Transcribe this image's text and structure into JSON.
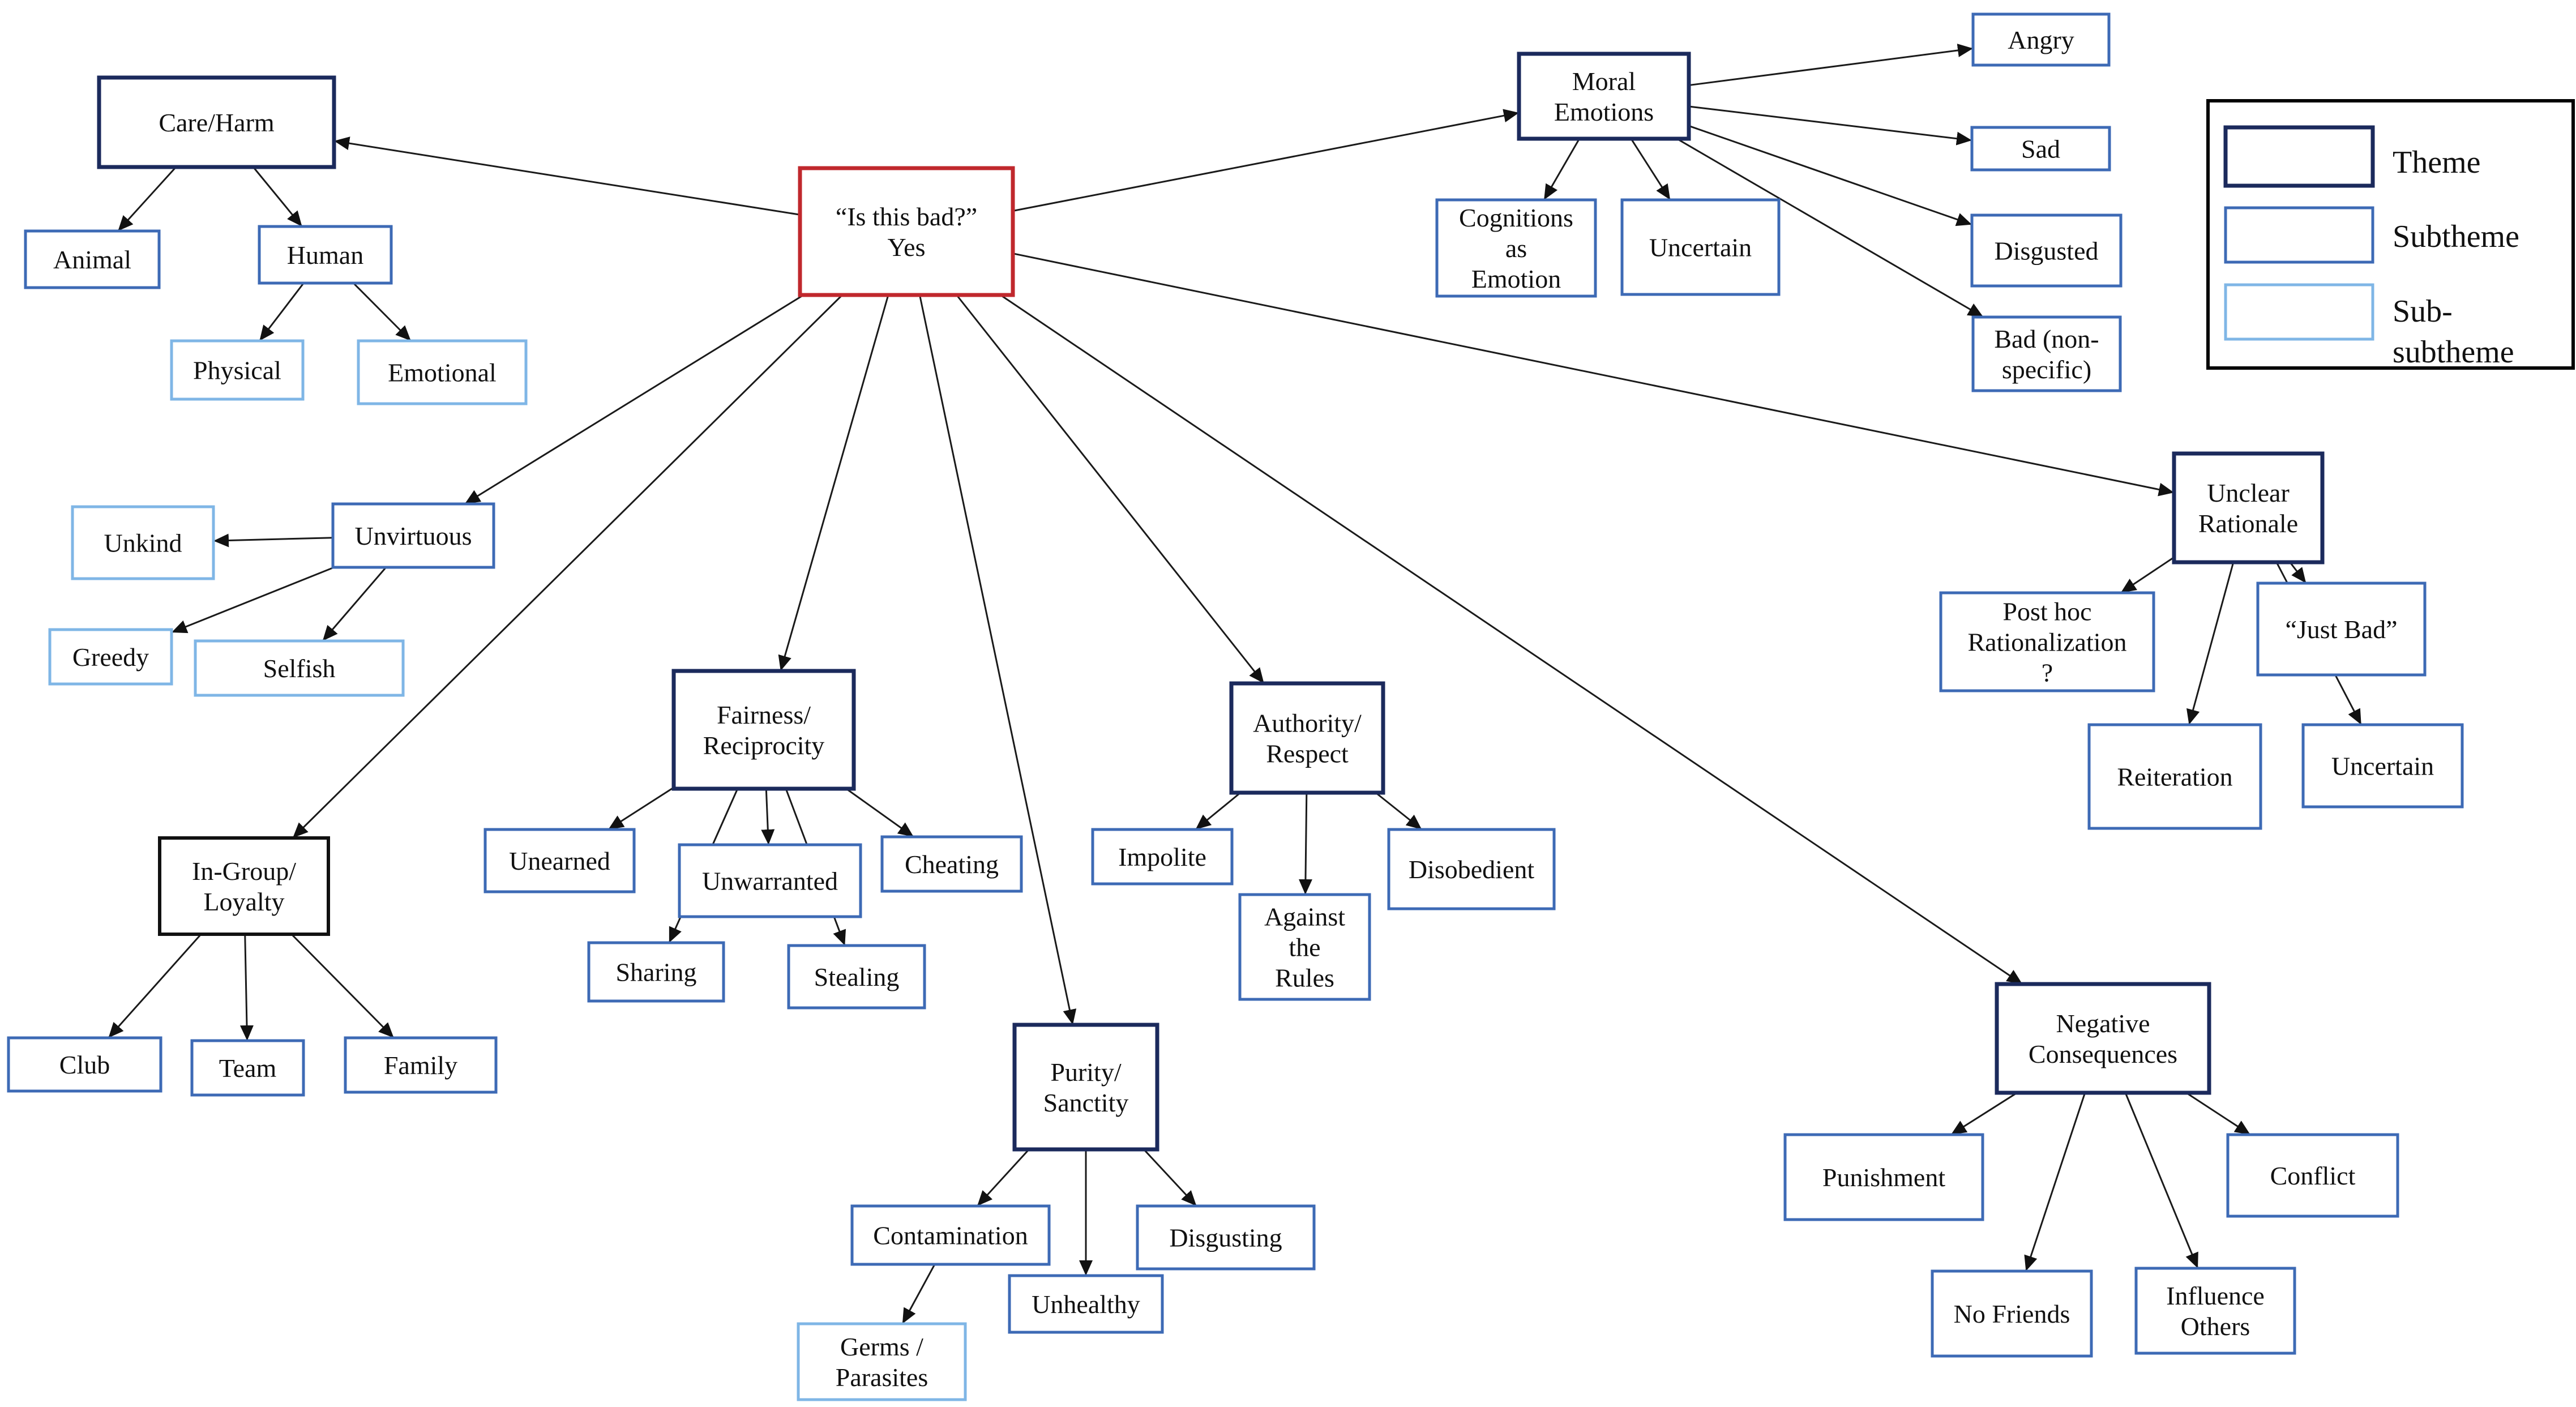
{
  "legend": {
    "theme_label": "Theme",
    "subtheme_label": "Subtheme",
    "subsubtheme_label": [
      "Sub-",
      "subtheme"
    ]
  },
  "nodes": [
    {
      "id": "root",
      "kind": "root",
      "lines": [
        "“Is this bad?”",
        "Yes"
      ]
    },
    {
      "id": "care",
      "kind": "theme",
      "lines": [
        "Care/Harm"
      ]
    },
    {
      "id": "animal",
      "kind": "subtheme",
      "lines": [
        "Animal"
      ]
    },
    {
      "id": "human",
      "kind": "subtheme",
      "lines": [
        "Human"
      ]
    },
    {
      "id": "physical",
      "kind": "subsub",
      "lines": [
        "Physical"
      ]
    },
    {
      "id": "emotional",
      "kind": "subsub",
      "lines": [
        "Emotional"
      ]
    },
    {
      "id": "unvirtuous",
      "kind": "subtheme",
      "lines": [
        "Unvirtuous"
      ]
    },
    {
      "id": "unkind",
      "kind": "subsub",
      "lines": [
        "Unkind"
      ]
    },
    {
      "id": "greedy",
      "kind": "subsub",
      "lines": [
        "Greedy"
      ]
    },
    {
      "id": "selfish",
      "kind": "subsub",
      "lines": [
        "Selfish"
      ]
    },
    {
      "id": "ingroup",
      "kind": "ingroup",
      "lines": [
        "In-Group/",
        "Loyalty"
      ]
    },
    {
      "id": "club",
      "kind": "subtheme",
      "lines": [
        "Club"
      ]
    },
    {
      "id": "team",
      "kind": "subtheme",
      "lines": [
        "Team"
      ]
    },
    {
      "id": "family",
      "kind": "subtheme",
      "lines": [
        "Family"
      ]
    },
    {
      "id": "fairness",
      "kind": "theme",
      "lines": [
        "Fairness/",
        "Reciprocity"
      ]
    },
    {
      "id": "unearned",
      "kind": "subtheme",
      "lines": [
        "Unearned"
      ]
    },
    {
      "id": "unwarranted",
      "kind": "subtheme",
      "lines": [
        "Unwarranted"
      ]
    },
    {
      "id": "cheating",
      "kind": "subtheme",
      "lines": [
        "Cheating"
      ]
    },
    {
      "id": "sharing",
      "kind": "subtheme",
      "lines": [
        "Sharing"
      ]
    },
    {
      "id": "stealing",
      "kind": "subtheme",
      "lines": [
        "Stealing"
      ]
    },
    {
      "id": "purity",
      "kind": "theme",
      "lines": [
        "Purity/",
        "Sanctity"
      ]
    },
    {
      "id": "contamination",
      "kind": "subtheme",
      "lines": [
        "Contamination"
      ]
    },
    {
      "id": "unhealthy",
      "kind": "subtheme",
      "lines": [
        "Unhealthy"
      ]
    },
    {
      "id": "disgusting",
      "kind": "subtheme",
      "lines": [
        "Disgusting"
      ]
    },
    {
      "id": "germs",
      "kind": "subsub",
      "lines": [
        "Germs /",
        "Parasites"
      ]
    },
    {
      "id": "authority",
      "kind": "theme",
      "lines": [
        "Authority/",
        "Respect"
      ]
    },
    {
      "id": "impolite",
      "kind": "subtheme",
      "lines": [
        "Impolite"
      ]
    },
    {
      "id": "against",
      "kind": "subtheme",
      "lines": [
        "Against",
        "the",
        "Rules"
      ]
    },
    {
      "id": "disobedient",
      "kind": "subtheme",
      "lines": [
        "Disobedient"
      ]
    },
    {
      "id": "moral",
      "kind": "theme",
      "lines": [
        "Moral",
        "Emotions"
      ]
    },
    {
      "id": "cognitions",
      "kind": "subtheme",
      "lines": [
        "Cognitions",
        "as",
        "Emotion"
      ]
    },
    {
      "id": "uncertain1",
      "kind": "subtheme",
      "lines": [
        "Uncertain"
      ]
    },
    {
      "id": "angry",
      "kind": "subtheme",
      "lines": [
        "Angry"
      ]
    },
    {
      "id": "sad",
      "kind": "subtheme",
      "lines": [
        "Sad"
      ]
    },
    {
      "id": "disgusted",
      "kind": "subtheme",
      "lines": [
        "Disgusted"
      ]
    },
    {
      "id": "badnon",
      "kind": "subtheme",
      "lines": [
        "Bad (non-",
        "specific)"
      ]
    },
    {
      "id": "unclear",
      "kind": "theme",
      "lines": [
        "Unclear",
        "Rationale"
      ]
    },
    {
      "id": "posthoc",
      "kind": "subtheme",
      "lines": [
        "Post hoc",
        "Rationalization",
        "?"
      ]
    },
    {
      "id": "justbad",
      "kind": "subtheme",
      "lines": [
        "“Just Bad”"
      ]
    },
    {
      "id": "reiteration",
      "kind": "subtheme",
      "lines": [
        "Reiteration"
      ]
    },
    {
      "id": "uncertain2",
      "kind": "subtheme",
      "lines": [
        "Uncertain"
      ]
    },
    {
      "id": "negative",
      "kind": "theme",
      "lines": [
        "Negative",
        "Consequences"
      ]
    },
    {
      "id": "punishment",
      "kind": "subtheme",
      "lines": [
        "Punishment"
      ]
    },
    {
      "id": "conflict",
      "kind": "subtheme",
      "lines": [
        "Conflict"
      ]
    },
    {
      "id": "nofriends",
      "kind": "subtheme",
      "lines": [
        "No Friends"
      ]
    },
    {
      "id": "influence",
      "kind": "subtheme",
      "lines": [
        "Influence",
        "Others"
      ]
    }
  ],
  "edges": [
    [
      "root",
      "care"
    ],
    [
      "root",
      "unvirtuous"
    ],
    [
      "root",
      "ingroup"
    ],
    [
      "root",
      "fairness"
    ],
    [
      "root",
      "purity"
    ],
    [
      "root",
      "authority"
    ],
    [
      "root",
      "negative"
    ],
    [
      "root",
      "unclear"
    ],
    [
      "root",
      "moral"
    ],
    [
      "care",
      "animal"
    ],
    [
      "care",
      "human"
    ],
    [
      "human",
      "physical"
    ],
    [
      "human",
      "emotional"
    ],
    [
      "unvirtuous",
      "unkind"
    ],
    [
      "unvirtuous",
      "greedy"
    ],
    [
      "unvirtuous",
      "selfish"
    ],
    [
      "ingroup",
      "club"
    ],
    [
      "ingroup",
      "team"
    ],
    [
      "ingroup",
      "family"
    ],
    [
      "fairness",
      "unearned"
    ],
    [
      "fairness",
      "unwarranted"
    ],
    [
      "fairness",
      "cheating"
    ],
    [
      "fairness",
      "sharing"
    ],
    [
      "fairness",
      "stealing"
    ],
    [
      "purity",
      "contamination"
    ],
    [
      "purity",
      "unhealthy"
    ],
    [
      "purity",
      "disgusting"
    ],
    [
      "contamination",
      "germs"
    ],
    [
      "authority",
      "impolite"
    ],
    [
      "authority",
      "against"
    ],
    [
      "authority",
      "disobedient"
    ],
    [
      "moral",
      "cognitions"
    ],
    [
      "moral",
      "uncertain1"
    ],
    [
      "moral",
      "angry"
    ],
    [
      "moral",
      "sad"
    ],
    [
      "moral",
      "disgusted"
    ],
    [
      "moral",
      "badnon"
    ],
    [
      "unclear",
      "posthoc"
    ],
    [
      "unclear",
      "justbad"
    ],
    [
      "unclear",
      "reiteration"
    ],
    [
      "unclear",
      "uncertain2"
    ],
    [
      "negative",
      "punishment"
    ],
    [
      "negative",
      "conflict"
    ],
    [
      "negative",
      "nofriends"
    ],
    [
      "negative",
      "influence"
    ]
  ]
}
